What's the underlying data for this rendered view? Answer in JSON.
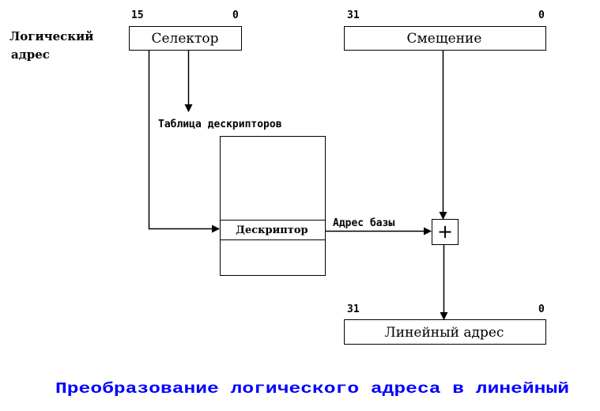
{
  "logical_address": {
    "label_line1": "Логический",
    "label_line2": "адрес"
  },
  "selector": {
    "label": "Селектор",
    "bit_high": "15",
    "bit_low": "0"
  },
  "offset": {
    "label": "Смещение",
    "bit_high": "31",
    "bit_low": "0"
  },
  "descriptor_table": {
    "title": "Таблица дескрипторов",
    "entry": "Дескриптор"
  },
  "base_address": {
    "label": "Адрес базы"
  },
  "adder": {
    "symbol": "+"
  },
  "linear_address": {
    "label": "Линейный адрес",
    "bit_high": "31",
    "bit_low": "0"
  },
  "caption": "Преобразование логического адреса в линейный",
  "colors": {
    "caption": "#0000ff"
  }
}
